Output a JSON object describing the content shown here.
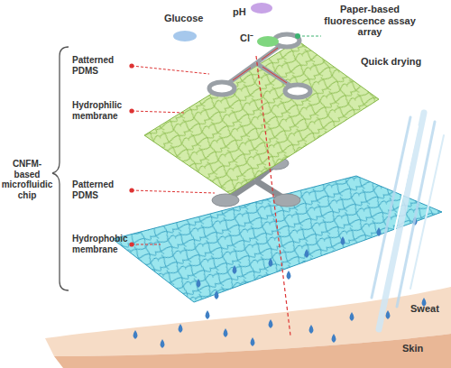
{
  "diagram": {
    "labels": [
      "Glucose",
      "pH",
      "Cl⁻",
      "Paper-based fluorescence assay array",
      "Quick drying",
      "Patterned PDMS",
      "Hydrophilic membrane",
      "CNFM-based microfluidic chip",
      "Patterned PDMS",
      "Hydrophobic membrane",
      "Sweat",
      "Skin"
    ]
  }
}
